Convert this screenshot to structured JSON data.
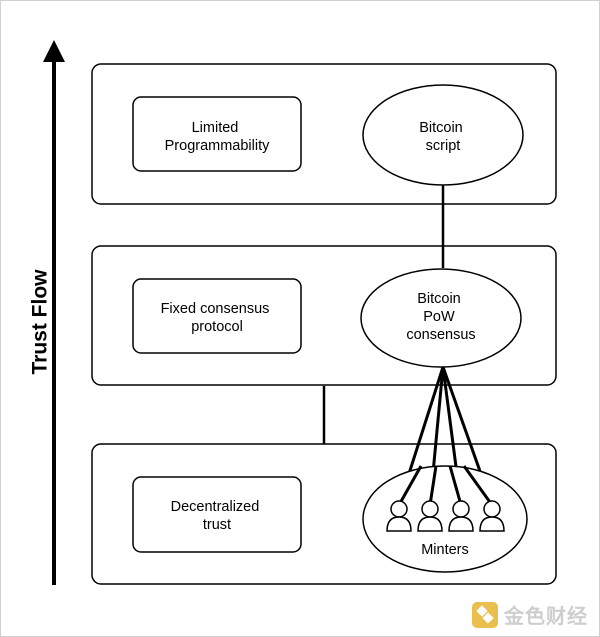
{
  "axis": {
    "label": "Trust Flow"
  },
  "layers": [
    {
      "id": "top",
      "left_box_lines": [
        "Limited",
        "Programmability"
      ],
      "ellipse_lines": [
        "Bitcoin",
        "script"
      ]
    },
    {
      "id": "middle",
      "left_box_lines": [
        "Fixed consensus",
        "protocol"
      ],
      "ellipse_lines": [
        "Bitcoin",
        "PoW",
        "consensus"
      ]
    },
    {
      "id": "bottom",
      "left_box_lines": [
        "Decentralized",
        "trust"
      ],
      "ellipse_lines": [
        "Minters"
      ]
    }
  ],
  "minters": {
    "count": 4
  },
  "watermark": {
    "text": "金色财经"
  }
}
